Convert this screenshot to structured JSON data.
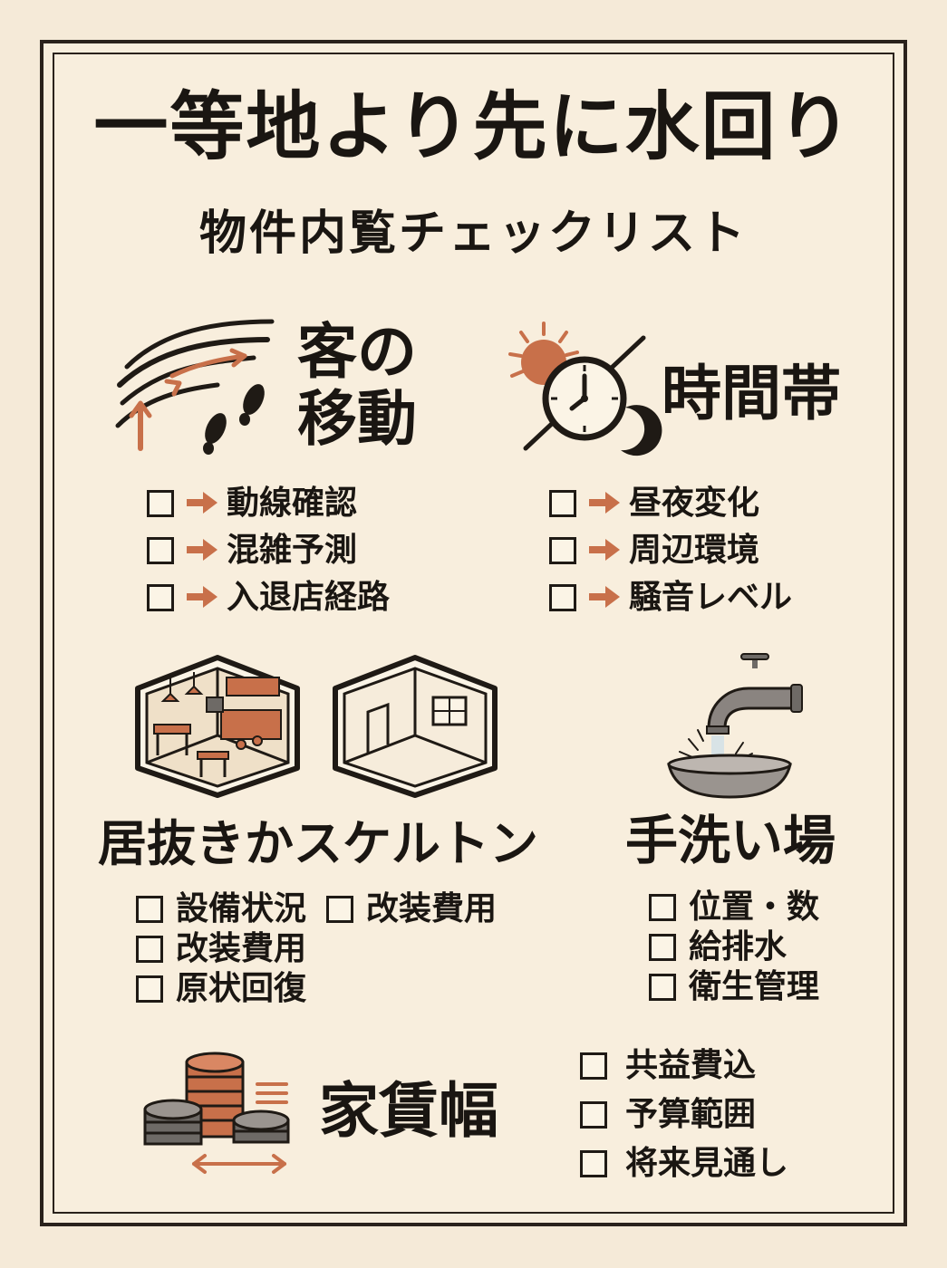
{
  "title": "一等地より先に水回り",
  "subtitle": "物件内覧チェックリスト",
  "sections": {
    "customer_flow": {
      "heading_line1": "客の",
      "heading_line2": "移動",
      "items": [
        "動線確認",
        "混雑予測",
        "入退店経路"
      ],
      "icon": "footprints-wind-icon"
    },
    "time_of_day": {
      "heading": "時間帯",
      "items": [
        "昼夜変化",
        "周辺環境",
        "騒音レベル"
      ],
      "icon": "sun-clock-moon-icon"
    },
    "furnished_or_skeleton": {
      "heading": "居抜きかスケルトン",
      "items": [
        "設備状況",
        "改装費用",
        "改装費用",
        "原状回復"
      ],
      "icons": [
        "furnished-room-icon",
        "empty-room-icon"
      ]
    },
    "handwash": {
      "heading": "手洗い場",
      "items": [
        "位置・数",
        "給排水",
        "衛生管理"
      ],
      "icon": "faucet-basin-icon"
    },
    "rent_range": {
      "heading": "家賃幅",
      "items": [
        "共益費込",
        "予算範囲",
        "将来見通し"
      ],
      "icon": "coin-stacks-icon"
    }
  },
  "colors": {
    "background": "#f5ead8",
    "ink": "#1a1612",
    "accent": "#c8704a",
    "coin_gray": "#6e6a66"
  }
}
